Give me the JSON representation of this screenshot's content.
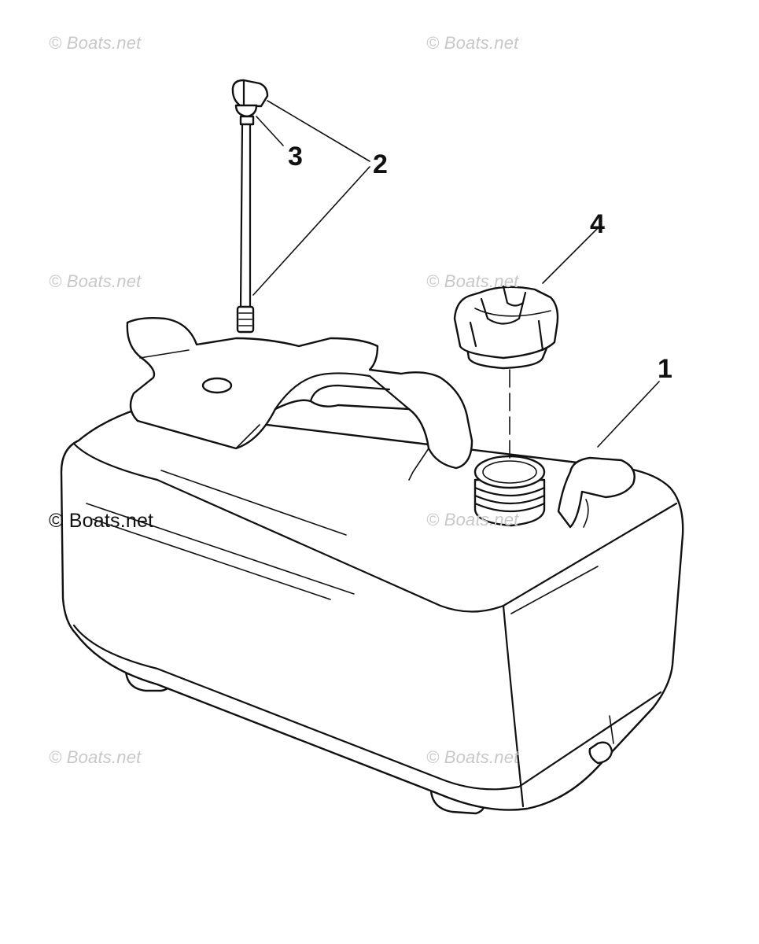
{
  "watermark": "© Boats.net",
  "callouts": {
    "tank": "1",
    "pickup_assembly": "2",
    "pickup_fitting": "3",
    "fuel_cap": "4"
  },
  "colors": {
    "line": "#111111",
    "watermark": "#c8c8c8",
    "background": "#ffffff"
  }
}
